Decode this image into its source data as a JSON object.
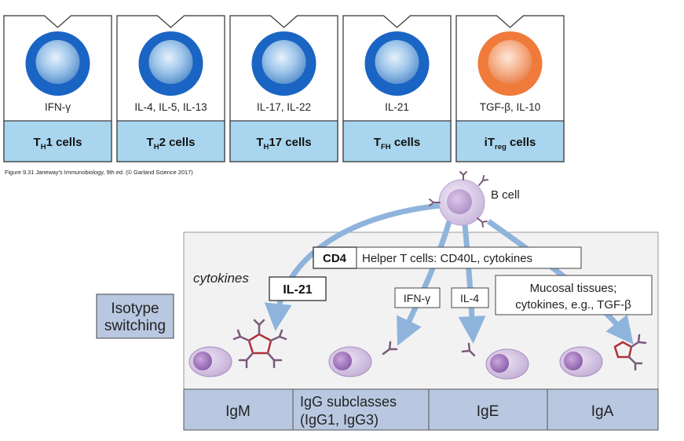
{
  "top_panel": {
    "cells": [
      {
        "cytokines": "IFN-γ",
        "label_main": "T",
        "label_sub": "H",
        "label_suffix": "1 cells",
        "cell_color": "blue"
      },
      {
        "cytokines": "IL-4, IL-5, IL-13",
        "label_main": "T",
        "label_sub": "H",
        "label_suffix": "2 cells",
        "cell_color": "blue"
      },
      {
        "cytokines": "IL-17, IL-22",
        "label_main": "T",
        "label_sub": "H",
        "label_suffix": "17 cells",
        "cell_color": "blue"
      },
      {
        "cytokines": "IL-21",
        "label_main": "T",
        "label_sub": "FH",
        "label_suffix": " cells",
        "cell_color": "blue"
      },
      {
        "cytokines": "TGF-β, IL-10",
        "label_main": "iT",
        "label_sub": "reg",
        "label_suffix": " cells",
        "cell_color": "orange"
      }
    ],
    "caption": "Figure 9.31  Janeway's Immunobiology, 9th ed. (© Garland Science 2017)"
  },
  "bottom_panel": {
    "b_cell_label": "B cell",
    "side_label_line1": "Isotype",
    "side_label_line2": "switching",
    "cd4_label": "CD4",
    "helper_label": "Helper T cells: CD40L, cytokines",
    "cytokines_label": "cytokines",
    "il21_label": "IL-21",
    "ifn_label": "IFN-γ",
    "il4_label": "IL-4",
    "mucosal_line1": "Mucosal tissues;",
    "mucosal_line2": "cytokines, e.g., TGF-β",
    "isotypes": [
      "IgM",
      "IgG subclasses",
      "(IgG1, IgG3)",
      "IgE",
      "IgA"
    ]
  },
  "colors": {
    "cell_blue": "#1a64c4",
    "cell_orange": "#f07a3a",
    "label_band": "#a9d6ee",
    "panel_bg": "#f2f2f2",
    "isotype_band": "#b9c8e0",
    "arrow": "#8fb4dc",
    "b_cell": "#d8c8e8",
    "antibody": "#7a5a7a",
    "pentamer": "#b0303a"
  }
}
